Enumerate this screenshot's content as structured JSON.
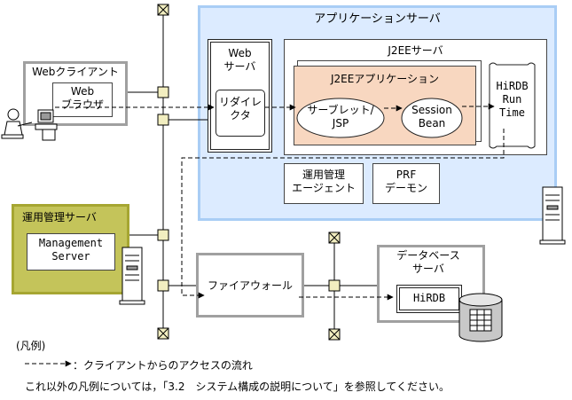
{
  "nodes": {
    "appserver": "アプリケーションサーバ",
    "j2ee_server": "J2EEサーバ",
    "web_server": "Web\nサーバ",
    "redirector": "リダイレ\nクタ",
    "j2ee_app": "J2EEアプリケーション",
    "servlet_jsp": "サーブレット/\nJSP",
    "session_bean": "Session\nBean",
    "hirdb_runtime": "HiRDB\nRun\nTime",
    "mgmt_agent": "運用管理\nエージェント",
    "prf_daemon": "PRF\nデーモン",
    "web_client": "Webクライアント",
    "web_browser": "Web\nブラウザ",
    "mgmt_server_outer": "運用管理サーバ",
    "mgmt_server_inner": "Management\nServer",
    "firewall": "ファイアウォール",
    "db_server": "データベース\nサーバ",
    "hirdb": "HiRDB"
  },
  "legend": {
    "title": "(凡例)",
    "access_flow": "：クライアントからのアクセスの流れ",
    "note": "これ以外の凡例については，「3.2　システム構成の説明について」を参照してください。"
  },
  "colors": {
    "appserver_fill": "#dcebff",
    "appserver_border": "#a9cdf5",
    "j2ee_app_fill": "#f8d7c0",
    "mgmt_server_fill": "#c4c45a",
    "mgmt_server_border": "#a6a632",
    "gray_border": "#a0a0a0",
    "connector_fill": "#f2eec0"
  }
}
